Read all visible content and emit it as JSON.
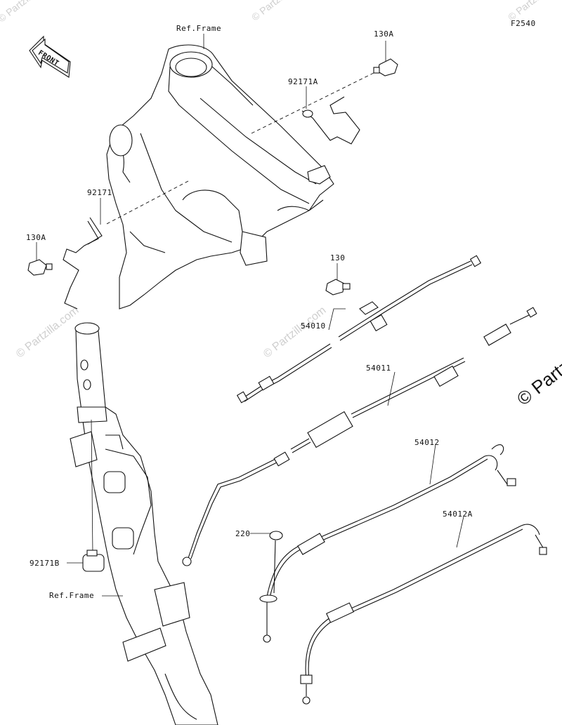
{
  "figure_code": "F2540",
  "front_arrow": {
    "label": "FRONT"
  },
  "watermarks": {
    "small": "© Partzilla.com",
    "big": "© Partzilla"
  },
  "labels": {
    "ref_frame_top": "Ref.Frame",
    "ref_frame_bottom": "Ref.Frame",
    "bolt_130A_top": "130A",
    "clamp_92171A": "92171A",
    "clamp_92171": "92171",
    "bolt_130A_left": "130A",
    "bolt_130": "130",
    "cable_54010": "54010",
    "cable_54011": "54011",
    "cable_54012": "54012",
    "cable_54012A": "54012A",
    "screw_220": "220",
    "clamp_92171B": "92171B"
  }
}
